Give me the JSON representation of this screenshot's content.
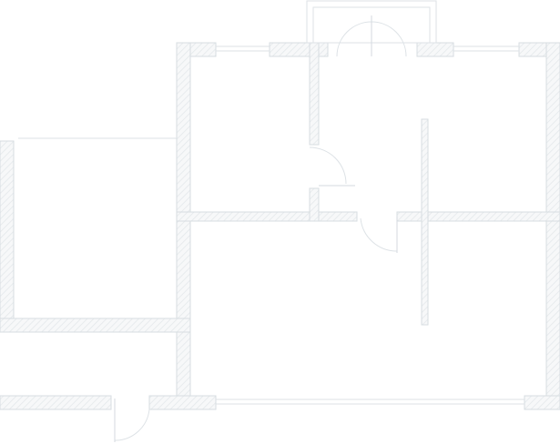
{
  "diagram": {
    "type": "floor-plan",
    "rooms": [
      {
        "id": "room-upper-left",
        "label": ""
      },
      {
        "id": "room-upper-right",
        "label": ""
      },
      {
        "id": "room-lower-main",
        "label": ""
      },
      {
        "id": "room-left-annex",
        "label": ""
      }
    ],
    "doors": [
      {
        "id": "door-top-round"
      },
      {
        "id": "door-upper-mid"
      },
      {
        "id": "door-lower-mid"
      },
      {
        "id": "door-bottom-entry"
      }
    ],
    "colors": {
      "background": "#ffffff",
      "wall_outline": "#d7dde1",
      "wall_hatch": "#e4e8eb",
      "fixtures": "#dde2e6"
    }
  }
}
